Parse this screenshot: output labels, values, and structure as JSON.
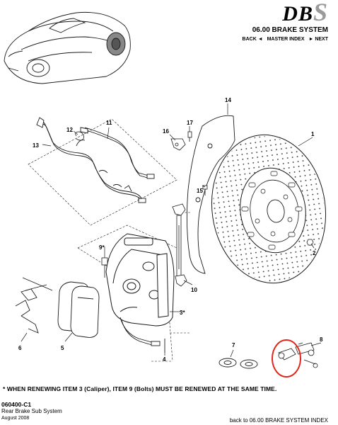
{
  "header": {
    "brand_main": "DB",
    "brand_s": "S",
    "section_title": "06.00 BRAKE SYSTEM",
    "nav": {
      "back": "BACK ◄",
      "master": "MASTER INDEX",
      "next": "► NEXT"
    }
  },
  "callouts": {
    "c1": "1",
    "c2": "2",
    "c3": "3*",
    "c4": "4",
    "c5": "5",
    "c6": "6",
    "c7": "7",
    "c8": "8",
    "c9": "9*",
    "c10": "10",
    "c11": "11",
    "c12": "12",
    "c13": "13",
    "c14": "14",
    "c15": "15",
    "c16": "16",
    "c17": "17"
  },
  "note": "* WHEN RENEWING ITEM 3 (Caliper),  ITEM 9 (Bolts) MUST BE RENEWED AT THE SAME TIME.",
  "footer": {
    "ref": "060400-C1",
    "title": "Rear Brake Sub System",
    "date": "August 2008",
    "back_link": "back to 06.00 BRAKE SYSTEM INDEX"
  },
  "colors": {
    "highlight": "#e0261b",
    "line": "#1a1a1a",
    "ghost": "#9a9a9a"
  }
}
